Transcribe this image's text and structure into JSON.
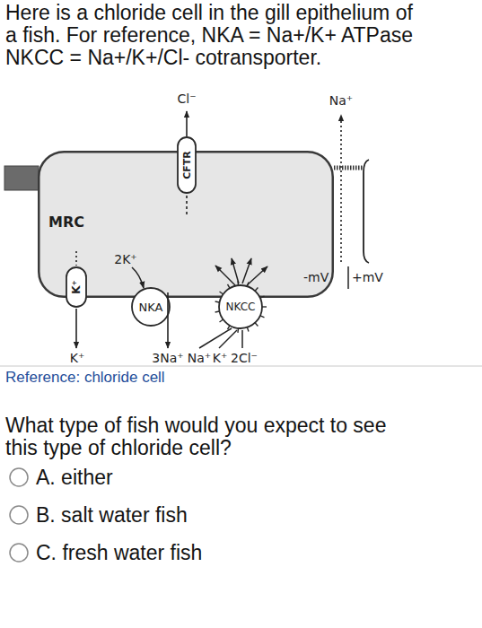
{
  "diagram": {
    "caption": "Reference: chloride cell",
    "nodes": [
      {
        "text": [
          "MRC"
        ]
      },
      {
        "text": [
          "CFTR"
        ],
        "in": 0
      },
      {
        "text": [
          "K⁺"
        ],
        "in": 0
      },
      {
        "text": [
          "NKA"
        ],
        "in": 0
      },
      {
        "text": [
          "NKCC"
        ],
        "in": 0
      }
    ],
    "labels": [
      "Here is a chloride cell in the gill epithelium of a fish. For reference, NKA = Na+/K+ ATPase NKCC = Na+/K+/Cl- cotransporter.",
      "Cl⁻",
      "Na⁺",
      "2K⁺",
      "-mV",
      "+mV",
      "K⁺",
      "3Na⁺",
      "Na⁺",
      "K⁺",
      "2Cl⁻",
      "What type of fish would you expect to see this type of chloride cell?",
      "A. either",
      "B. salt water fish",
      "C. fresh water fish"
    ]
  }
}
